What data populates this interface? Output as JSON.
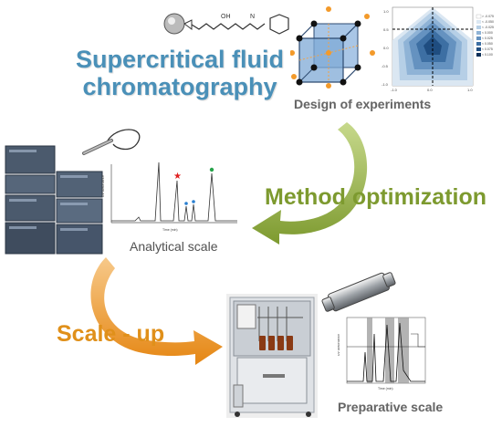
{
  "title_line1": "Supercritical fluid",
  "title_line2": "chromatography",
  "design_caption": "Design of experiments",
  "method_label": "Method optimization",
  "analytical_caption": "Analytical scale",
  "scaleup_label": "Scale - up",
  "preparative_caption": "Preparative scale",
  "colors": {
    "title": "#4a90b8",
    "olive_arrow": "#8aa53a",
    "orange_arrow": "#e58c1f",
    "cube_blue": "#5b8fc7",
    "cube_dot": "#f39a2a"
  },
  "contour_legend": [
    "> -0.075",
    "< -0.050",
    "< -0.025",
    "< 0.000",
    "< 0.025",
    "< 0.050",
    "< 0.075",
    "< 0.100"
  ]
}
